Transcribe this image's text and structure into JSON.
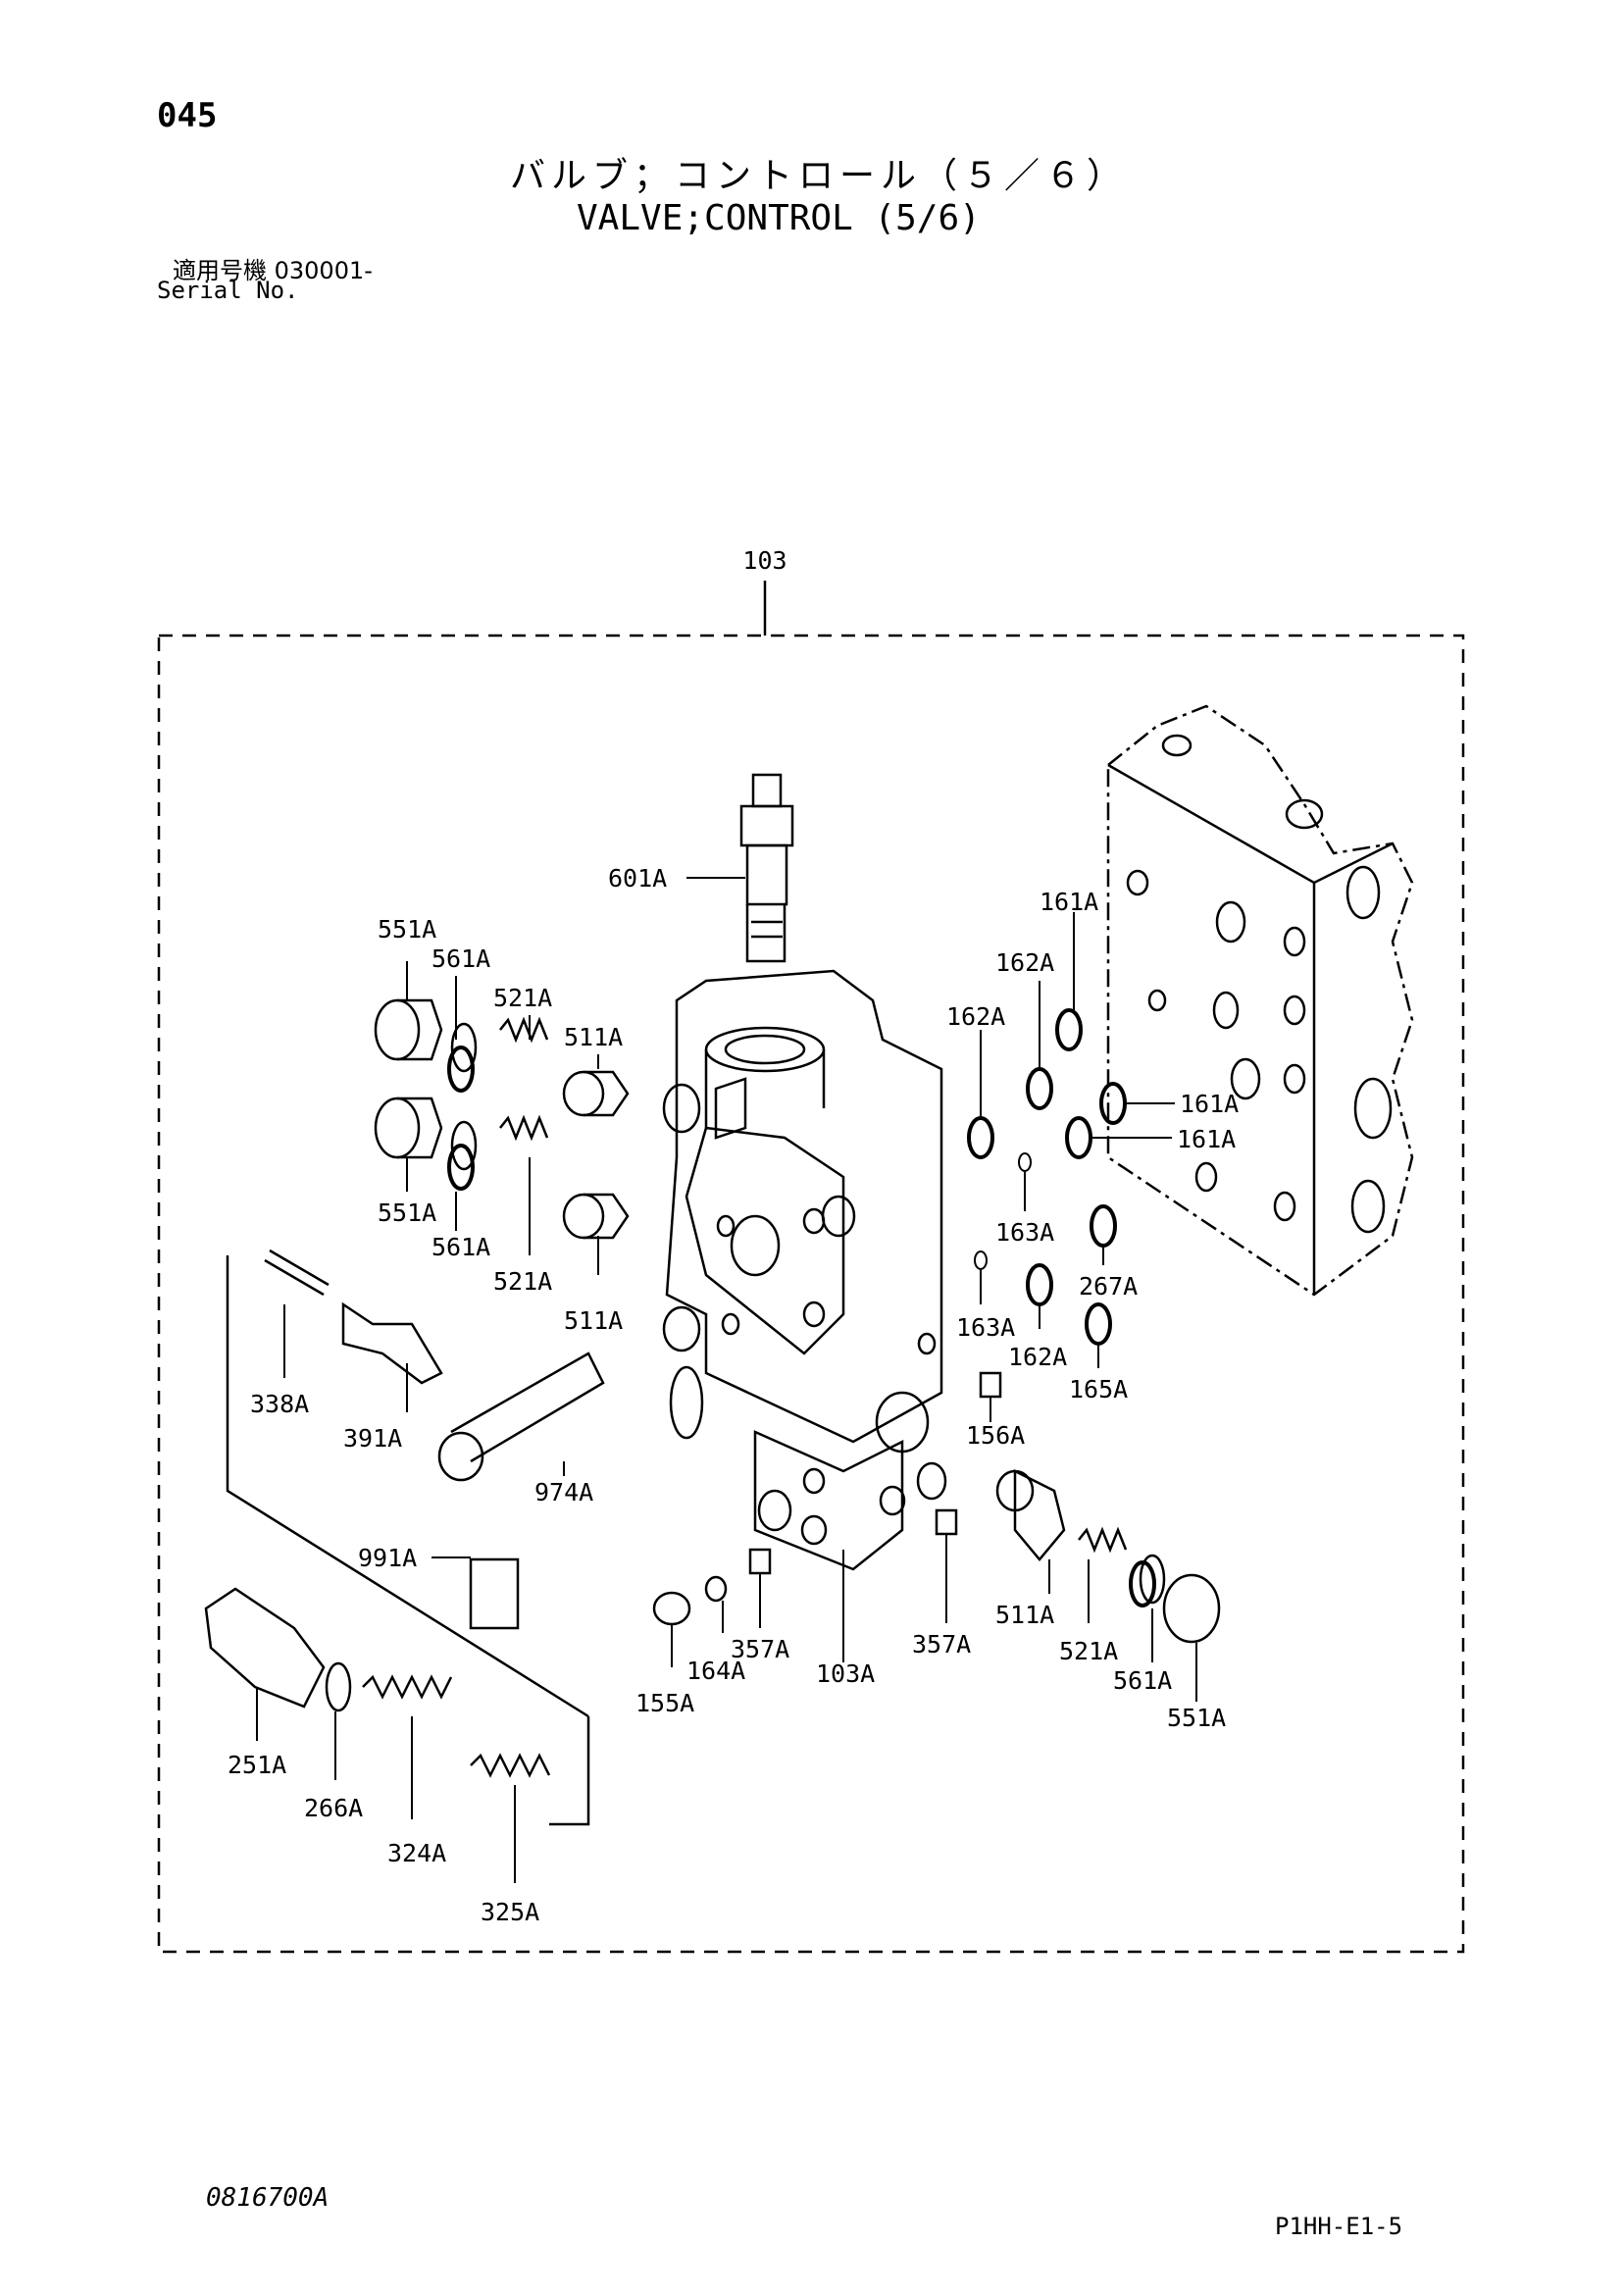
{
  "header": {
    "page_number": "045",
    "title_ja": "バルブ；コントロール（５／６）",
    "title_en": "VALVE;CONTROL (5/6)",
    "serial_label_ja": "適用号機 030001-",
    "serial_label_en": "Serial No."
  },
  "footer": {
    "drawing_code": "0816700A",
    "sheet_code": "P1HH-E1-5"
  },
  "diagram": {
    "assembly_label": "103",
    "callouts": [
      "601A",
      "551A",
      "561A",
      "521A",
      "511A",
      "551A",
      "561A",
      "521A",
      "511A",
      "338A",
      "391A",
      "974A",
      "991A",
      "251A",
      "266A",
      "324A",
      "325A",
      "155A",
      "164A",
      "357A",
      "103A",
      "357A",
      "511A",
      "521A",
      "561A",
      "551A",
      "156A",
      "161A",
      "162A",
      "162A",
      "161A",
      "161A",
      "163A",
      "163A",
      "162A",
      "267A",
      "165A"
    ]
  }
}
